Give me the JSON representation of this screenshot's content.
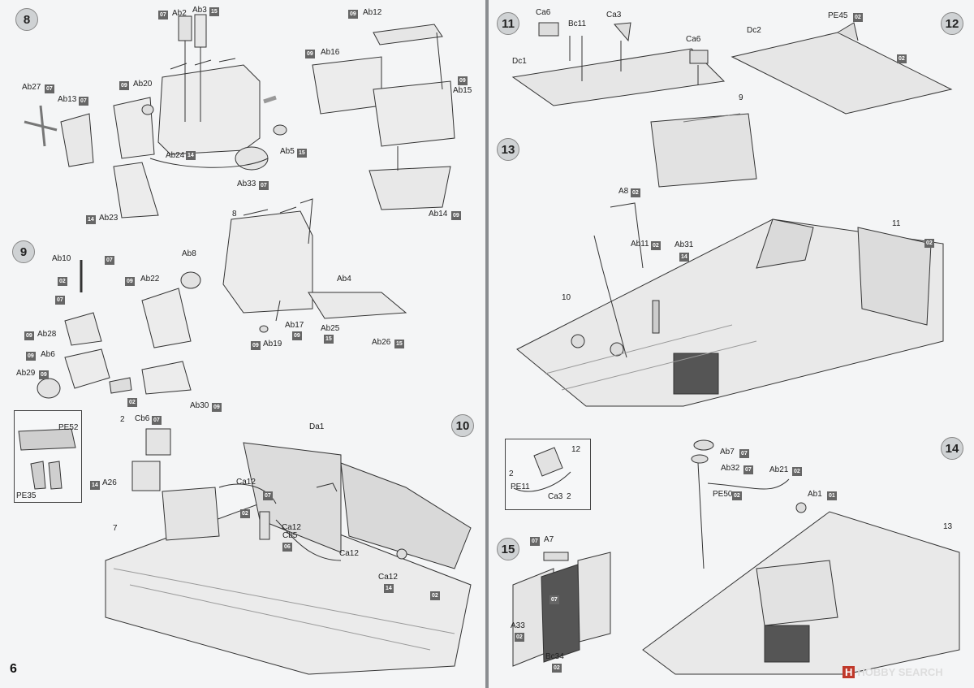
{
  "left_page": {
    "page_number": "6",
    "steps": [
      {
        "number": "8"
      },
      {
        "number": "9"
      },
      {
        "number": "10"
      }
    ],
    "parts": [
      {
        "id": "ab2",
        "name": "Ab2",
        "sprue": "07"
      },
      {
        "id": "ab3",
        "name": "Ab3",
        "sprue": "15"
      },
      {
        "id": "ab12",
        "name": "Ab12",
        "sprue": "09"
      },
      {
        "id": "ab16",
        "name": "Ab16",
        "sprue": "09"
      },
      {
        "id": "ab15",
        "name": "Ab15",
        "sprue": "09"
      },
      {
        "id": "ab27",
        "name": "Ab27",
        "sprue": "07"
      },
      {
        "id": "ab20",
        "name": "Ab20",
        "sprue": "09"
      },
      {
        "id": "ab13",
        "name": "Ab13",
        "sprue": "07"
      },
      {
        "id": "ab24",
        "name": "Ab24",
        "sprue": "14"
      },
      {
        "id": "ab5",
        "name": "Ab5",
        "sprue": "15"
      },
      {
        "id": "ab33",
        "name": "Ab33",
        "sprue": "07"
      },
      {
        "id": "ab14",
        "name": "Ab14",
        "sprue": "09"
      },
      {
        "id": "ab23",
        "name": "Ab23",
        "sprue": "14"
      },
      {
        "id": "ab10",
        "name": "Ab10",
        "sprue": "07"
      },
      {
        "id": "ab8",
        "name": "Ab8",
        "sprue": ""
      },
      {
        "id": "ab22",
        "name": "Ab22",
        "sprue": "09"
      },
      {
        "id": "ab4",
        "name": "Ab4",
        "sprue": ""
      },
      {
        "id": "ab28",
        "name": "Ab28",
        "sprue": "09"
      },
      {
        "id": "ab6",
        "name": "Ab6",
        "sprue": "09"
      },
      {
        "id": "ab17",
        "name": "Ab17",
        "sprue": "09"
      },
      {
        "id": "ab25",
        "name": "Ab25",
        "sprue": "15"
      },
      {
        "id": "ab19",
        "name": "Ab19",
        "sprue": "09"
      },
      {
        "id": "ab26",
        "name": "Ab26",
        "sprue": "15"
      },
      {
        "id": "ab29",
        "name": "Ab29",
        "sprue": "09"
      },
      {
        "id": "ab30",
        "name": "Ab30",
        "sprue": "09"
      },
      {
        "id": "pe52",
        "name": "PE52",
        "sprue": ""
      },
      {
        "id": "pe35",
        "name": "PE35",
        "sprue": ""
      },
      {
        "id": "cb6",
        "name": "Cb6",
        "sprue": "07"
      },
      {
        "id": "a26",
        "name": "A26",
        "sprue": "14"
      },
      {
        "id": "da1",
        "name": "Da1",
        "sprue": ""
      },
      {
        "id": "ca12",
        "name": "Ca12",
        "sprue": "14"
      },
      {
        "id": "cb5",
        "name": "Cb5",
        "sprue": "06"
      }
    ],
    "extra_tags": [
      "07",
      "02",
      "02",
      "07",
      "02"
    ],
    "multiplier": "2",
    "sub_ref": "7"
  },
  "right_page": {
    "steps": [
      {
        "number": "11"
      },
      {
        "number": "12"
      },
      {
        "number": "13"
      },
      {
        "number": "14"
      },
      {
        "number": "15"
      }
    ],
    "parts": [
      {
        "id": "ca6a",
        "name": "Ca6",
        "sprue": ""
      },
      {
        "id": "bc11",
        "name": "Bc11",
        "sprue": ""
      },
      {
        "id": "ca3",
        "name": "Ca3",
        "sprue": ""
      },
      {
        "id": "ca6b",
        "name": "Ca6",
        "sprue": ""
      },
      {
        "id": "dc1",
        "name": "Dc1",
        "sprue": ""
      },
      {
        "id": "dc2",
        "name": "Dc2",
        "sprue": ""
      },
      {
        "id": "pe45",
        "name": "PE45",
        "sprue": "02"
      },
      {
        "id": "a8",
        "name": "A8",
        "sprue": "02"
      },
      {
        "id": "ab11",
        "name": "Ab11",
        "sprue": "02"
      },
      {
        "id": "ab31",
        "name": "Ab31",
        "sprue": "14"
      },
      {
        "id": "pe11",
        "name": "PE11",
        "sprue": ""
      },
      {
        "id": "ca3b",
        "name": "Ca3",
        "sprue": ""
      },
      {
        "id": "ab7",
        "name": "Ab7",
        "sprue": "07"
      },
      {
        "id": "ab32",
        "name": "Ab32",
        "sprue": "07"
      },
      {
        "id": "pe50",
        "name": "PE50",
        "sprue": "02"
      },
      {
        "id": "ab21",
        "name": "Ab21",
        "sprue": "02"
      },
      {
        "id": "ab1",
        "name": "Ab1",
        "sprue": "01"
      },
      {
        "id": "a7",
        "name": "A7",
        "sprue": "07"
      },
      {
        "id": "a33",
        "name": "A33",
        "sprue": "02"
      },
      {
        "id": "bc34",
        "name": "Bc34",
        "sprue": "02"
      }
    ],
    "refs": [
      "9",
      "10",
      "11",
      "12",
      "13"
    ],
    "extra_tags": [
      "02",
      "02",
      "07"
    ],
    "multiplier": "2"
  },
  "watermark": {
    "brand": "HOBBY SEARCH",
    "badge": "H"
  }
}
